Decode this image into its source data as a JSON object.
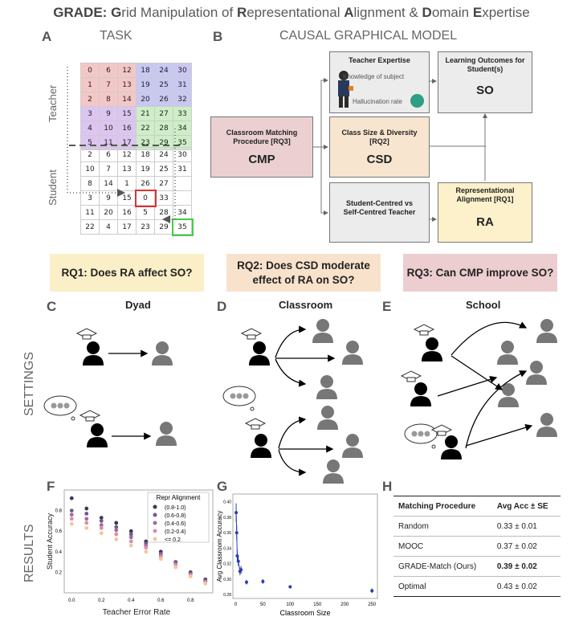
{
  "title": {
    "g": "G",
    "rid": "rid Manipulation of ",
    "r": "R",
    "epr": "epresentational ",
    "a": "A",
    "lign": "lignment & ",
    "d": "D",
    "omain": "omain ",
    "e": "E",
    "xpertise": "xpertise",
    "prefix": "GRADE:"
  },
  "panels": {
    "a": {
      "letter": "A",
      "head": "TASK"
    },
    "b": {
      "letter": "B",
      "head": "CAUSAL GRAPHICAL MODEL"
    },
    "c": {
      "letter": "C",
      "head": "Dyad"
    },
    "d": {
      "letter": "D",
      "head": "Classroom"
    },
    "e": {
      "letter": "E",
      "head": "School"
    },
    "f": {
      "letter": "F"
    },
    "g": {
      "letter": "G"
    },
    "h": {
      "letter": "H"
    }
  },
  "task": {
    "teacher_label": "Teacher",
    "student_label": "Student",
    "teacher_rows": [
      [
        "0",
        "6",
        "12",
        "18",
        "24",
        "30"
      ],
      [
        "1",
        "7",
        "13",
        "19",
        "25",
        "31"
      ],
      [
        "2",
        "8",
        "14",
        "20",
        "26",
        "32"
      ],
      [
        "3",
        "9",
        "15",
        "21",
        "27",
        "33"
      ],
      [
        "4",
        "10",
        "16",
        "22",
        "28",
        "34"
      ],
      [
        "5",
        "11",
        "17",
        "23",
        "29",
        "35"
      ]
    ],
    "student_rows": [
      [
        "2",
        "6",
        "12",
        "18",
        "24",
        "30"
      ],
      [
        "10",
        "7",
        "13",
        "19",
        "25",
        "31"
      ],
      [
        "8",
        "14",
        "1",
        "26",
        "27",
        ""
      ],
      [
        "3",
        "9",
        "15",
        "0",
        "33",
        ""
      ],
      [
        "11",
        "20",
        "16",
        "5",
        "28",
        "34"
      ],
      [
        "22",
        "4",
        "17",
        "23",
        "29",
        "35"
      ]
    ]
  },
  "model": {
    "teacher_expertise": "Teacher Expertise",
    "knowledge": "Knowledge of subject",
    "hallucination": "Hallucination rate",
    "learning_outcomes": "Learning Outcomes for Student(s)",
    "so": "SO",
    "cmp_title": "Classroom Matching Procedure [RQ3]",
    "cmp": "CMP",
    "csd_title": "Class Size & Diversity [RQ2]",
    "csd": "CSD",
    "student_centred": "Student-Centred vs Self-Centred Teacher",
    "ra_title": "Representational Alignment [RQ1]",
    "ra": "RA"
  },
  "rq": {
    "rq1": "RQ1: Does RA affect SO?",
    "rq2": "RQ2: Does CSD moderate effect of RA on SO?",
    "rq3": "RQ3: Can CMP improve SO?"
  },
  "side": {
    "settings": "SETTINGS",
    "results": "RESULTS"
  },
  "colors": {
    "rq1": "#fbefc7",
    "rq2": "#f8e2cc",
    "rq3": "#ecced0",
    "cmp": "#ecd0d1",
    "csd": "#f8e5cf",
    "ra": "#fdf1cb",
    "grey": "#ececec"
  },
  "chart_f": {
    "type": "scatter",
    "xlabel": "Teacher Error Rate",
    "ylabel": "Student Accuracy",
    "legend_title": "Repr Alignment",
    "legend": [
      "(0.8-1.0)",
      "(0.6-0.8)",
      "(0.4-0.6)",
      "(0.2-0.4)",
      "<= 0.2"
    ],
    "x_ticks": [
      "0.0",
      "0.2",
      "0.4",
      "0.6",
      "0.8"
    ],
    "y_ticks": [
      "0.8",
      "0.6",
      "0.4",
      "0.2"
    ],
    "colors": [
      "#3b3a55",
      "#6c5a8f",
      "#a46a9c",
      "#d98fa8",
      "#f6c49c"
    ]
  },
  "chart_g": {
    "type": "line",
    "xlabel": "Classroom Size",
    "ylabel": "Avg Classroom Accuracy",
    "x_ticks": [
      "0",
      "50",
      "100",
      "150",
      "200",
      "250"
    ],
    "y_ticks": [
      "0.40",
      "0.38",
      "0.36",
      "0.34",
      "0.32",
      "0.30",
      "0.28"
    ]
  },
  "chart_data": [
    {
      "type": "scatter",
      "title": "",
      "xlabel": "Teacher Error Rate",
      "ylabel": "Student Accuracy",
      "x": [
        0.0,
        0.1,
        0.2,
        0.3,
        0.4,
        0.5,
        0.6,
        0.7,
        0.8,
        0.9
      ],
      "series": [
        {
          "name": "(0.8-1.0)",
          "values": [
            0.92,
            0.82,
            0.73,
            0.68,
            0.6,
            0.5,
            0.4,
            0.3,
            0.2,
            0.13
          ]
        },
        {
          "name": "(0.6-0.8)",
          "values": [
            0.8,
            0.77,
            0.7,
            0.64,
            0.57,
            0.48,
            0.38,
            0.3,
            0.19,
            0.12
          ]
        },
        {
          "name": "(0.4-0.6)",
          "values": [
            0.76,
            0.72,
            0.66,
            0.61,
            0.54,
            0.46,
            0.37,
            0.28,
            0.18,
            0.11
          ]
        },
        {
          "name": "(0.2-0.4)",
          "values": [
            0.72,
            0.68,
            0.63,
            0.57,
            0.5,
            0.44,
            0.35,
            0.27,
            0.17,
            0.1
          ]
        },
        {
          "name": "<= 0.2",
          "values": [
            0.67,
            0.63,
            0.58,
            0.52,
            0.46,
            0.4,
            0.33,
            0.25,
            0.16,
            0.09
          ]
        }
      ],
      "xlim": [
        -0.05,
        0.95
      ],
      "ylim": [
        0.0,
        1.0
      ]
    },
    {
      "type": "line",
      "title": "",
      "xlabel": "Classroom Size",
      "ylabel": "Avg Classroom Accuracy",
      "x": [
        1,
        2,
        3,
        5,
        8,
        10,
        20,
        50,
        100,
        250
      ],
      "values": [
        0.386,
        0.36,
        0.33,
        0.323,
        0.31,
        0.312,
        0.296,
        0.297,
        0.29,
        0.285
      ],
      "errors": [
        0.012,
        0.01,
        0.008,
        0.006,
        0.005,
        0.005,
        0.003,
        0.003,
        0.002,
        0.003
      ],
      "xlim": [
        -5,
        260
      ],
      "ylim": [
        0.275,
        0.41
      ]
    },
    {
      "type": "table",
      "columns": [
        "Matching Procedure",
        "Avg Acc ± SE"
      ],
      "rows": [
        [
          "Random",
          "0.33 ± 0.01"
        ],
        [
          "MOOC",
          "0.37 ± 0.02"
        ],
        [
          "GRADE-Match (Ours)",
          "0.39 ± 0.02"
        ],
        [
          "Optimal",
          "0.43 ± 0.02"
        ]
      ]
    }
  ],
  "table_h": {
    "col1": "Matching Procedure",
    "col2": "Avg Acc ± SE",
    "rows": [
      {
        "name": "Random",
        "val": "0.33 ± 0.01"
      },
      {
        "name": "MOOC",
        "val": "0.37 ± 0.02"
      },
      {
        "name": "GRADE-Match (Ours)",
        "val": "0.39 ± 0.02"
      },
      {
        "name": "Optimal",
        "val": "0.43 ± 0.02"
      }
    ]
  }
}
